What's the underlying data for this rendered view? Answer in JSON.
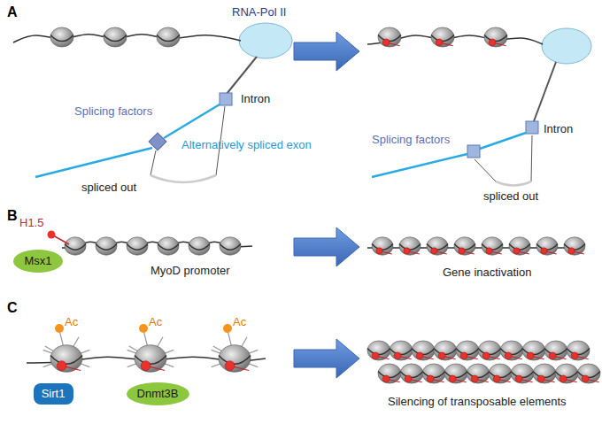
{
  "diagram": {
    "nodes": [
      {
        "text": [
          "Msx1"
        ]
      },
      {
        "text": [
          "Sirt1"
        ]
      },
      {
        "text": [
          "Dnmt3B"
        ]
      }
    ],
    "labels": [
      "A",
      "RNA-Pol II",
      "Splicing factors",
      "Intron",
      "Alternatively spliced exon",
      "spliced out",
      "Intron",
      "Splicing factors",
      "spliced out",
      "B",
      "H1.5",
      "MyoD promoter",
      "Gene inactivation",
      "C",
      "Ac",
      "Ac",
      "Ac",
      "Silencing of transposable elements"
    ]
  }
}
